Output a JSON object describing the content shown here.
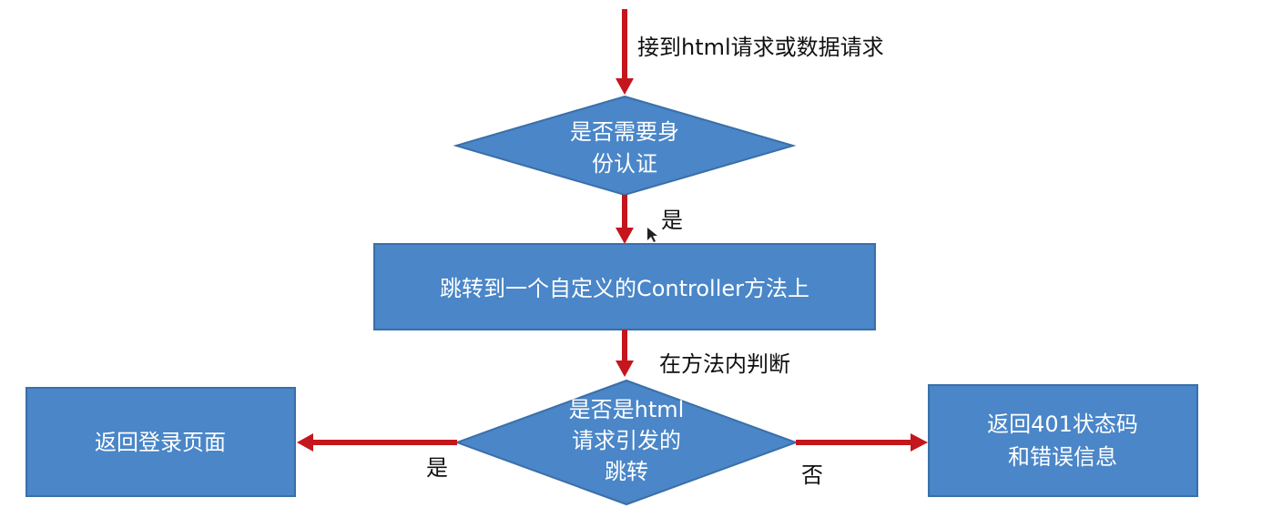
{
  "flow": {
    "entry_label": "接到html请求或数据请求",
    "decision_auth": [
      "是否需要身",
      "份认证"
    ],
    "yes_label_top": "是",
    "controller_box": "跳转到一个自定义的Controller方法上",
    "method_label": "在方法内判断",
    "decision_html": [
      "是否是html",
      "请求引发的",
      "跳转"
    ],
    "yes_label_left": "是",
    "no_label_right": "否",
    "login_box": "返回登录页面",
    "error_box": [
      "返回401状态码",
      "和错误信息"
    ]
  },
  "colors": {
    "node_fill": "#4a86c8",
    "arrow": "#c4161c"
  }
}
